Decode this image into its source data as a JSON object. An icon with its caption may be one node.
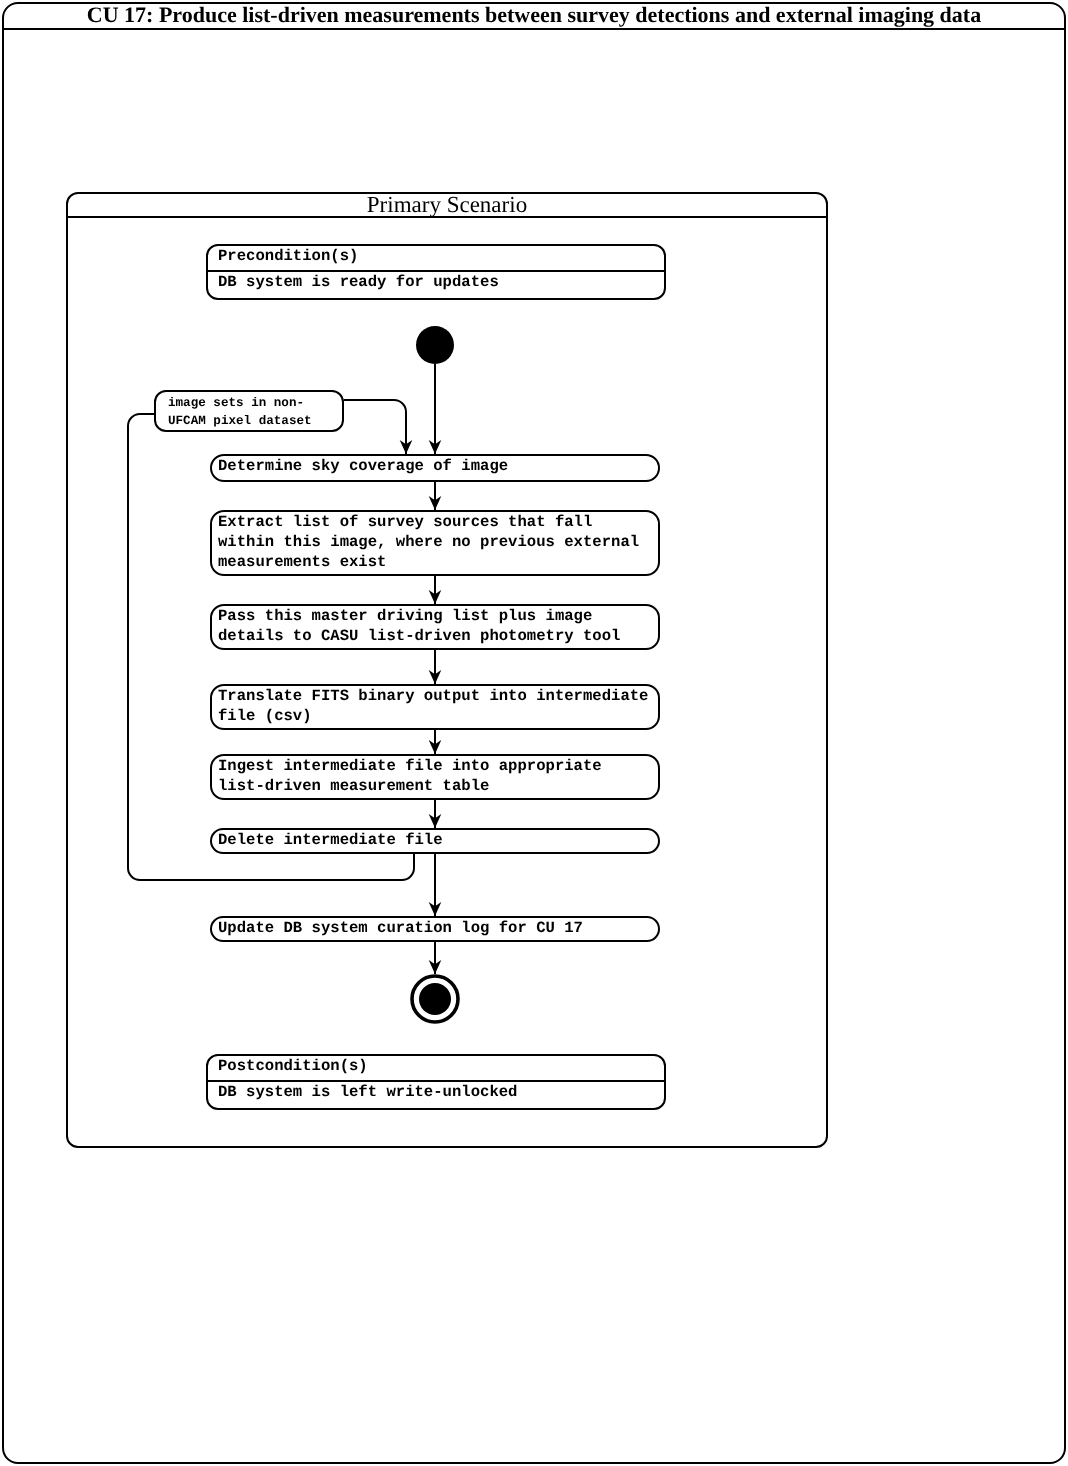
{
  "diagram": {
    "nodes": [
      {
        "text": [
          "CU 17: Produce list-driven measurements between survey detections and external imaging data"
        ]
      },
      {
        "text": [
          "Primary Scenario"
        ],
        "in": 0
      },
      {
        "text": [
          "Precondition(s)",
          "DB system is ready for updates"
        ],
        "in": 1
      },
      {
        "text": [],
        "shape": "circle",
        "in": 1
      },
      {
        "text": [
          "image sets in non-UFCAM pixel dataset"
        ],
        "in": 1
      },
      {
        "text": [
          "Determine sky coverage of image"
        ],
        "in": 1
      },
      {
        "text": [
          "Extract list of survey sources that fall within this image, where no previous external measurements exist"
        ],
        "in": 1
      },
      {
        "text": [
          "Pass this master driving list plus image details to CASU list-driven photometry tool"
        ],
        "in": 1
      },
      {
        "text": [
          "Translate FITS binary output into intermediate file (csv)"
        ],
        "in": 1
      },
      {
        "text": [
          "Ingest intermediate file into appropriate list-driven measurement table"
        ],
        "in": 1
      },
      {
        "text": [
          "Delete intermediate file"
        ],
        "in": 1
      },
      {
        "text": [
          "Update DB system curation log for CU 17"
        ],
        "in": 1
      },
      {
        "text": [],
        "shape": "circle",
        "in": 1
      },
      {
        "text": [
          "Postcondition(s)",
          "DB system is left write-unlocked"
        ],
        "in": 1
      }
    ],
    "edges": [
      {
        "from": 3,
        "to": 5,
        "arrow": "to"
      },
      {
        "from": 4,
        "to": 5,
        "arrow": "to"
      },
      {
        "from": 5,
        "to": 6,
        "arrow": "to"
      },
      {
        "from": 6,
        "to": 7,
        "arrow": "to"
      },
      {
        "from": 7,
        "to": 8,
        "arrow": "to"
      },
      {
        "from": 8,
        "to": 9,
        "arrow": "to"
      },
      {
        "from": 9,
        "to": 10,
        "arrow": "to"
      },
      {
        "from": 10,
        "to": 4,
        "arrow": "none"
      },
      {
        "from": 10,
        "to": 11,
        "arrow": "to"
      },
      {
        "from": 11,
        "to": 12,
        "arrow": "to"
      }
    ]
  }
}
